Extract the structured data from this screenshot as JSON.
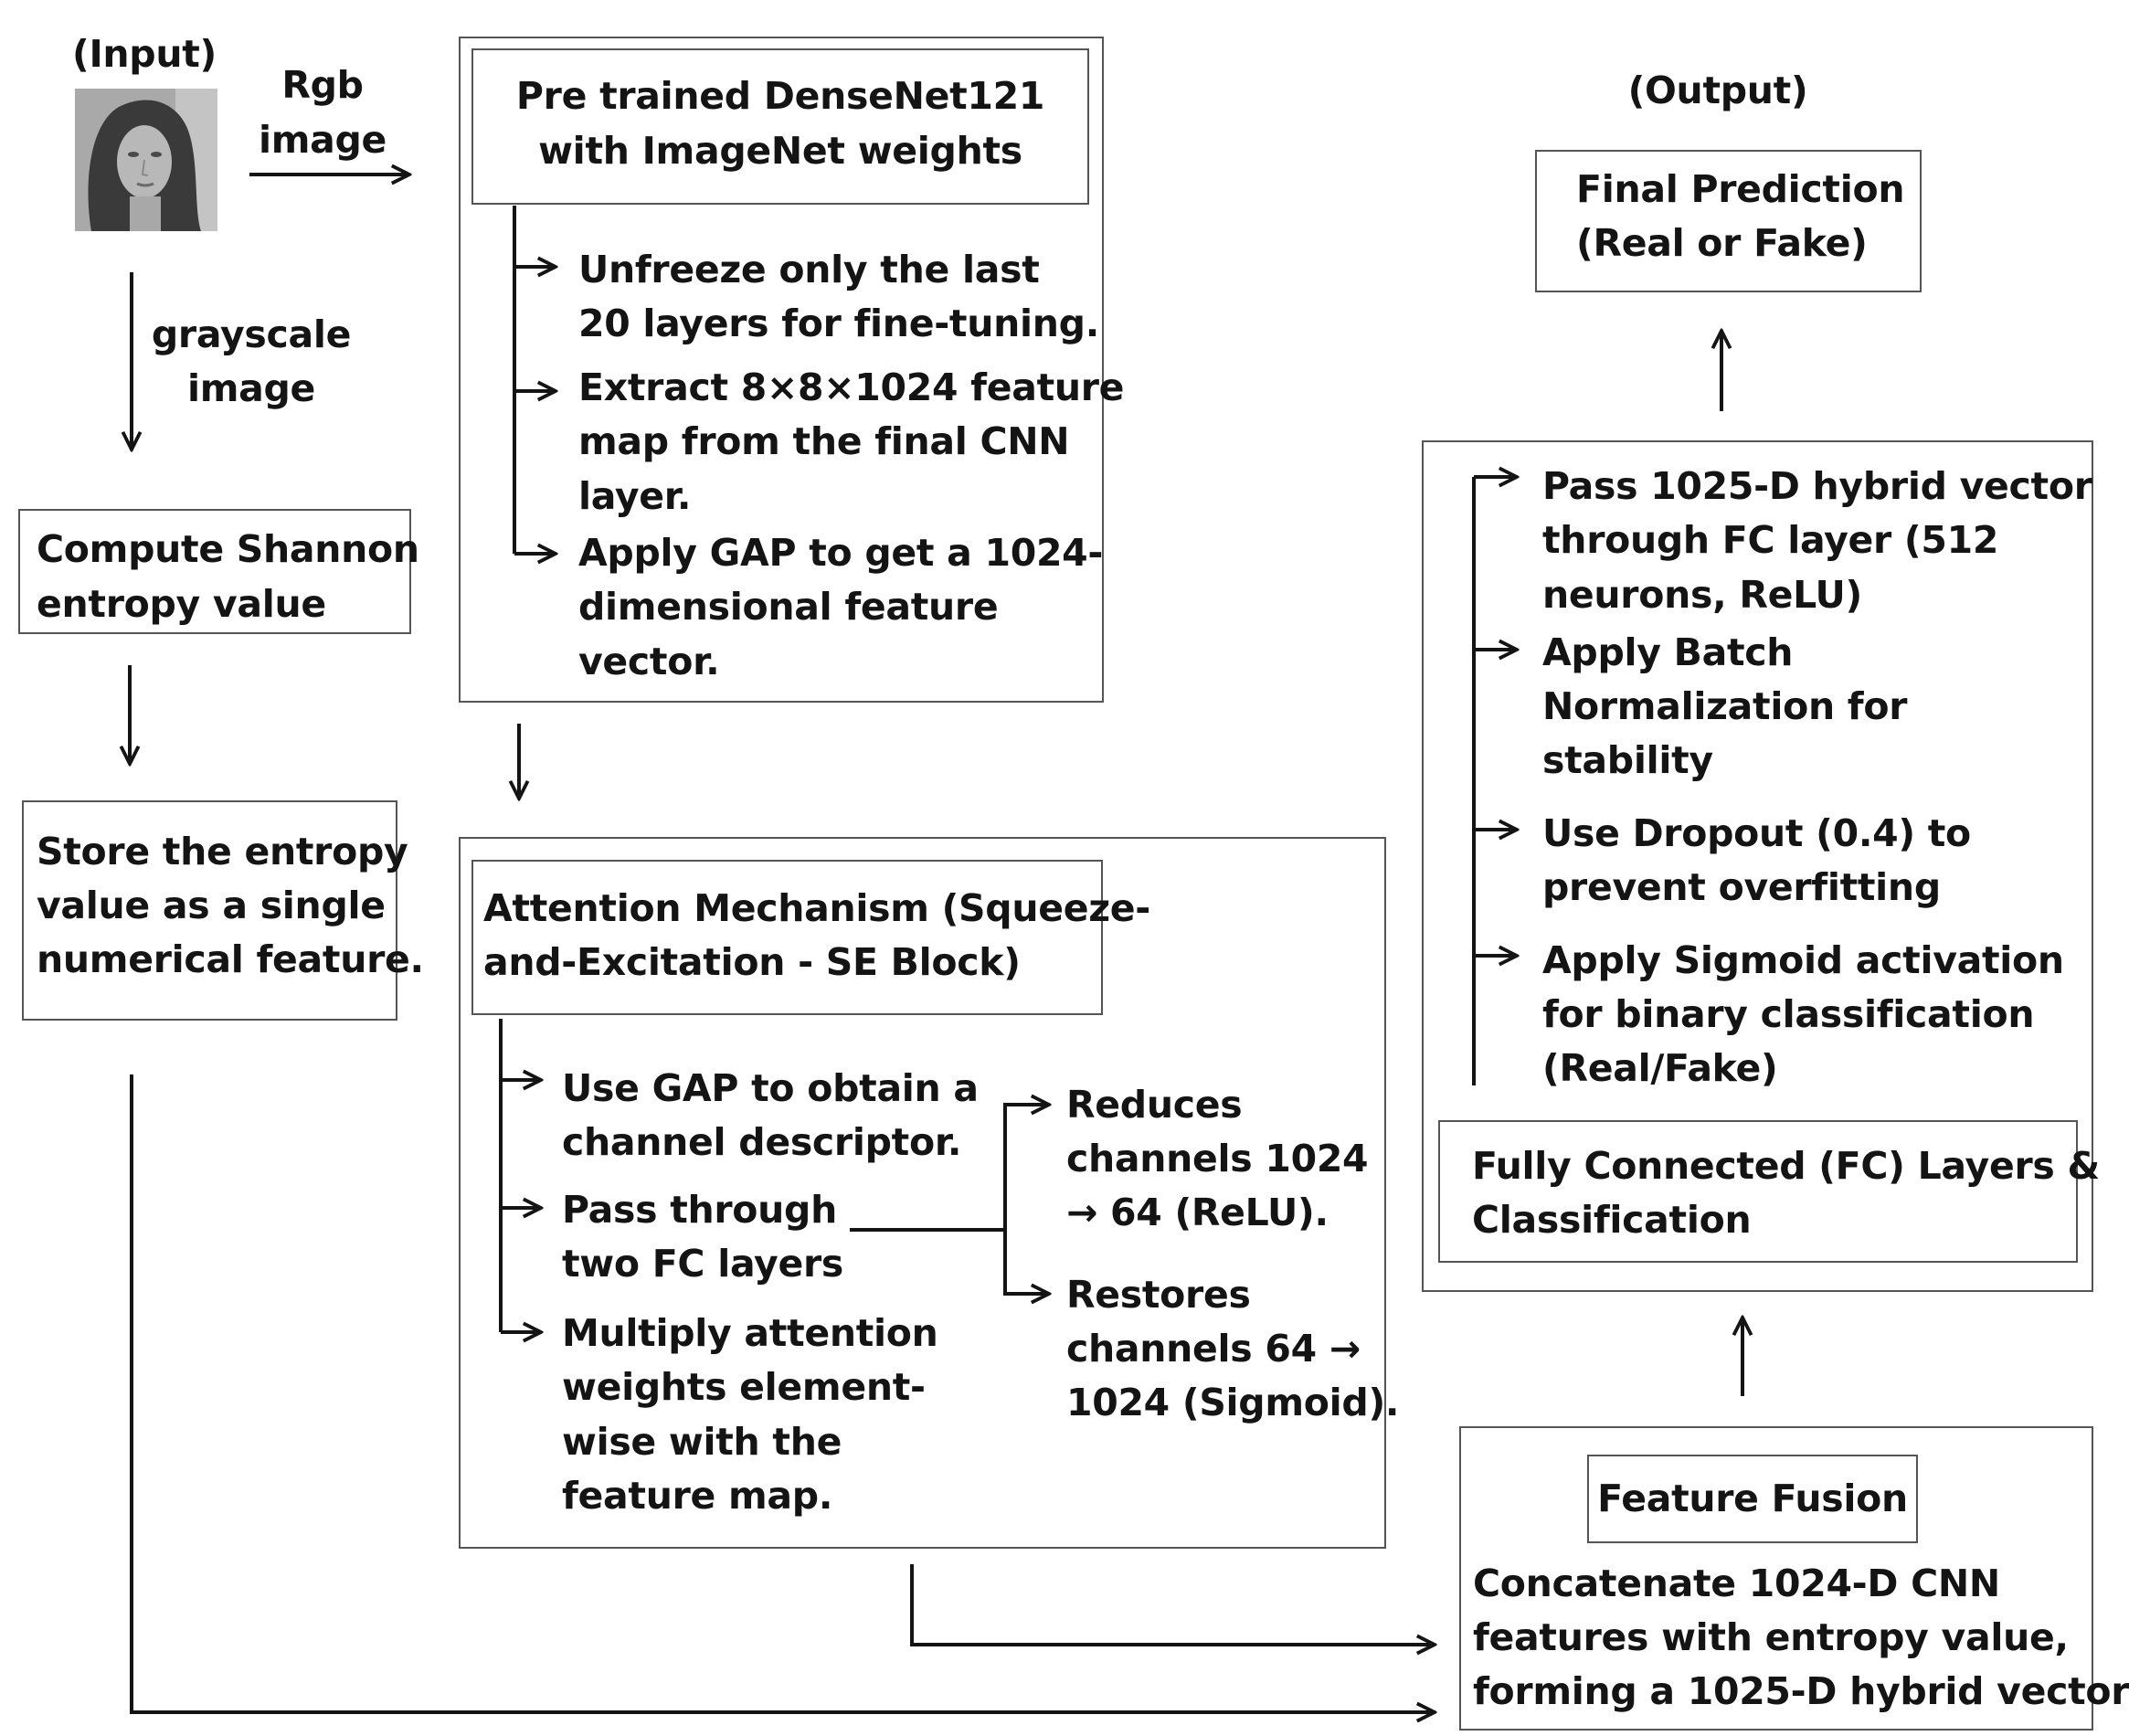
{
  "input": {
    "label": "(Input)",
    "rgb_label": [
      "Rgb",
      "image"
    ],
    "grayscale_label": [
      "grayscale",
      "image"
    ]
  },
  "entropy": {
    "compute": [
      "Compute Shannon",
      "entropy value"
    ],
    "store": [
      "Store the entropy",
      "value as a single",
      "numerical feature."
    ]
  },
  "densenet": {
    "title": [
      "Pre trained DenseNet121",
      "with ImageNet weights"
    ],
    "steps": [
      [
        "Unfreeze only the last",
        "20 layers for fine-tuning."
      ],
      [
        "Extract 8×8×1024 feature",
        "map from the final CNN",
        "layer."
      ],
      [
        "Apply GAP to get a 1024-",
        "dimensional feature",
        "vector."
      ]
    ]
  },
  "attention": {
    "title": [
      "Attention Mechanism (Squeeze-",
      "and-Excitation - SE Block)"
    ],
    "steps": [
      [
        "Use GAP to obtain a",
        "channel descriptor."
      ],
      [
        "Pass through",
        "two FC layers"
      ],
      [
        "Multiply attention",
        "weights element-",
        "wise with the",
        "feature map."
      ]
    ],
    "fc_details": [
      [
        "Reduces",
        "channels 1024",
        "→ 64 (ReLU)."
      ],
      [
        "Restores",
        "channels 64 →",
        "1024 (Sigmoid)."
      ]
    ]
  },
  "output": {
    "label": "(Output)",
    "final": [
      "Final Prediction",
      "(Real or Fake)"
    ]
  },
  "fc_block": {
    "steps": [
      [
        "Pass 1025-D hybrid vector",
        "through FC layer (512",
        "neurons, ReLU)"
      ],
      [
        "Apply Batch",
        "Normalization for",
        "stability"
      ],
      [
        "Use Dropout (0.4) to",
        "prevent overfitting"
      ],
      [
        "Apply Sigmoid activation",
        "for binary classification",
        "(Real/Fake)"
      ]
    ],
    "title": [
      "Fully Connected (FC) Layers &",
      "Classification"
    ]
  },
  "fusion": {
    "title": "Feature Fusion",
    "body": [
      "Concatenate 1024-D CNN",
      "features with entropy value,",
      "forming a 1025-D hybrid vector"
    ]
  }
}
